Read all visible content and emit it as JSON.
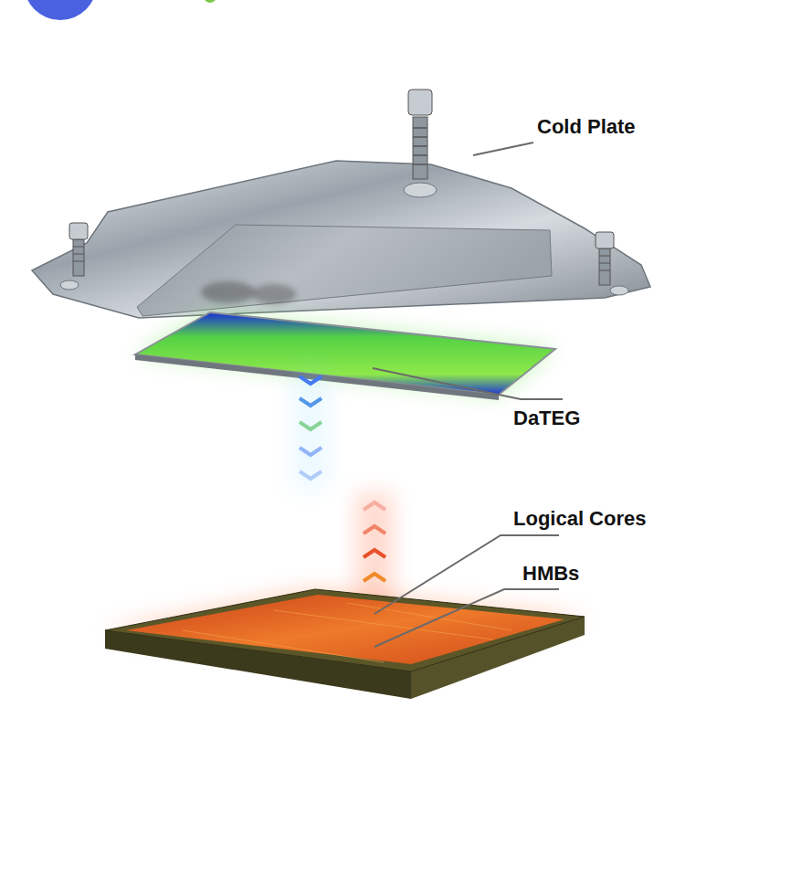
{
  "diagram": {
    "labels": [
      "Cold Plate",
      "DaTEG",
      "Logical Cores",
      "HMBs"
    ]
  }
}
